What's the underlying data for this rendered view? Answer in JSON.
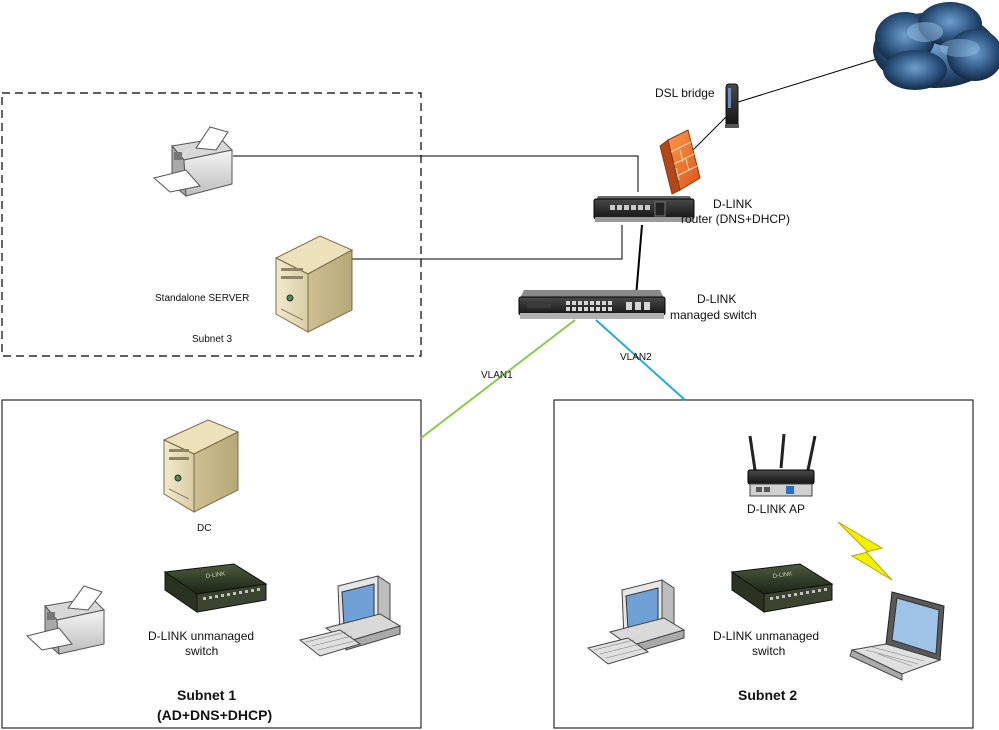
{
  "labels": {
    "dsl_bridge": "DSL bridge",
    "router_line1": "D-LINK",
    "router_line2": "router (DNS+DHCP)",
    "managed_line1": "D-LINK",
    "managed_line2": "managed switch",
    "server": "Standalone SERVER",
    "subnet3": "Subnet 3",
    "vlan1": "VLAN1",
    "vlan2": "VLAN2",
    "dc": "DC",
    "unmanaged1_line1": "D-LINK unmanaged",
    "unmanaged1_line2": "switch",
    "subnet1_line1": "Subnet 1",
    "subnet1_line2": "(AD+DNS+DHCP)",
    "ap": "D-LINK AP",
    "unmanaged2_line1": "D-LINK unmanaged",
    "unmanaged2_line2": "switch",
    "subnet2": "Subnet 2",
    "switch_brand": "D-LINK"
  },
  "colors": {
    "vlan1_link": "#8cc84b",
    "vlan2_link": "#2aa7df",
    "firewall": "#f07a2a",
    "cloud": "#2a4f7a",
    "lightning": "#f4f000"
  }
}
